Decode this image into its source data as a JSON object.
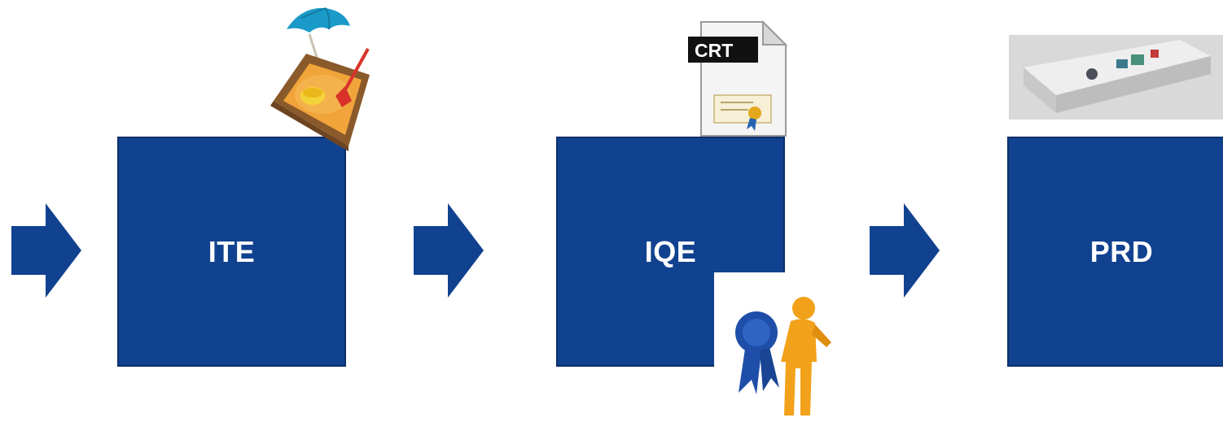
{
  "stages": [
    {
      "label": "ITE",
      "icon": "sandbox-icon"
    },
    {
      "label": "IQE",
      "icon": "certificate-file-icon"
    },
    {
      "label": "PRD",
      "icon": "product-box-icon"
    }
  ],
  "icons": {
    "certificate_file_label": "CRT",
    "award": "award-person-icon"
  },
  "colors": {
    "stage_fill": "#11428f",
    "arrow_fill": "#11428f",
    "stage_text": "#ffffff"
  }
}
